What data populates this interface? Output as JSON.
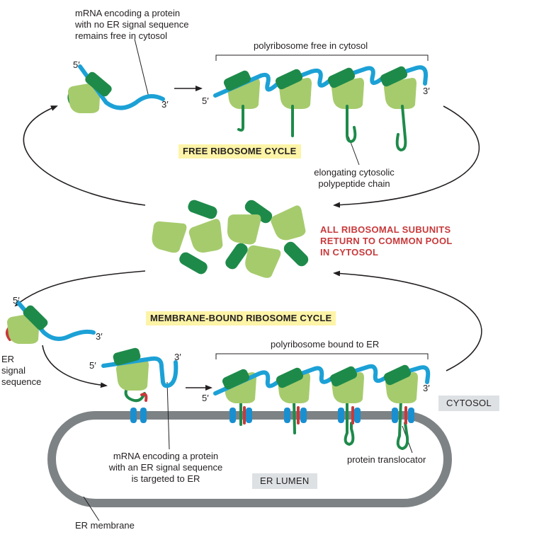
{
  "labels": {
    "mrna_free": "mRNA encoding a protein\nwith no ER signal sequence\nremains free in cytosol",
    "polyribosome_free": "polyribosome free in cytosol",
    "free_cycle": "FREE RIBOSOME CYCLE",
    "elongating_chain": "elongating cytosolic\npolypeptide chain",
    "common_pool": "ALL RIBOSOMAL SUBUNITS\nRETURN TO COMMON POOL\nIN CYTOSOL",
    "membrane_cycle": "MEMBRANE-BOUND RIBOSOME CYCLE",
    "polyribosome_bound": "polyribosome bound to ER",
    "er_signal_sequence": "ER\nsignal\nsequence",
    "cytosol": "CYTOSOL",
    "mrna_er": "mRNA encoding a protein\nwith an ER signal sequence\nis targeted to ER",
    "protein_translocator": "protein translocator",
    "er_lumen": "ER LUMEN",
    "er_membrane": "ER membrane"
  },
  "ends": {
    "five_prime": "5′",
    "three_prime": "3′"
  },
  "colors": {
    "small_subunit": "#a6cb6d",
    "large_subunit": "#1e8a4a",
    "mrna": "#1ca1d6",
    "polypeptide": "#1e8a4a",
    "signal_sequence": "#c8393b",
    "membrane": "#7d8285",
    "translocator": "#1a8fd0",
    "highlight": "#fdf4a7",
    "red_text": "#c8393b",
    "region_tag": "#dde1e4"
  }
}
